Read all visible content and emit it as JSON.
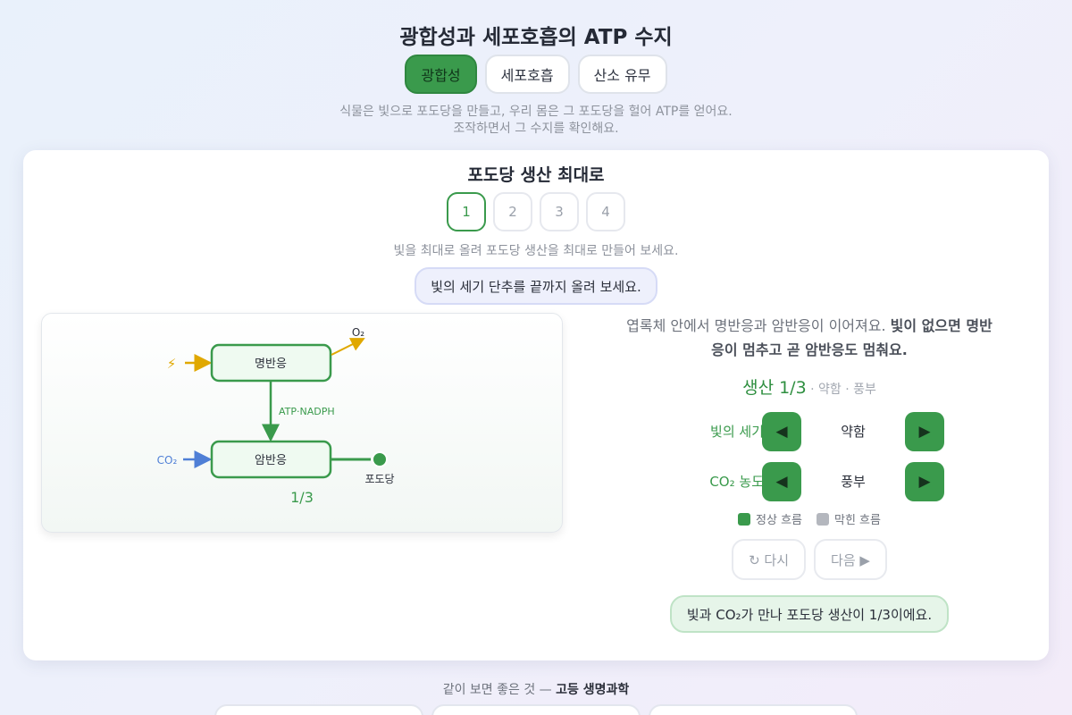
{
  "header": {
    "title": "광합성과 세포호흡의 ATP 수지",
    "tabs": [
      {
        "label": "광합성",
        "active": true
      },
      {
        "label": "세포호흡",
        "active": false
      },
      {
        "label": "산소 유무",
        "active": false
      }
    ],
    "intro_line1": "식물은 빛으로 포도당을 만들고, 우리 몸은 그 포도당을 헐어 ATP를 얻어요.",
    "intro_line2": "조작하면서 그 수지를 확인해요."
  },
  "card": {
    "title": "포도당 생산 최대로",
    "steps": [
      "1",
      "2",
      "3",
      "4"
    ],
    "active_step": "1",
    "task": "빛을 최대로 올려 포도당 생산을 최대로 만들어 보세요.",
    "hint": "빛의 세기 단추를 끝까지 올려 보세요."
  },
  "diagram": {
    "light_icon": "⚡",
    "light_reaction_label": "명반응",
    "dark_reaction_label": "암반응",
    "o2_label": "O₂",
    "co2_label": "CO₂",
    "carrier_label": "ATP·NADPH",
    "glucose_label": "포도당",
    "ratio_label": "1/3"
  },
  "panel": {
    "desc_plain": "엽록체 안에서 명반응과 암반응이 이어져요. ",
    "desc_bold": "빛이 없으면 명반응이 멈추고 곧 암반응도 멈춰요.",
    "production_main": "생산 1/3",
    "production_sub": " · 약함 · 풍부",
    "controls": [
      {
        "label": "빛의 세기",
        "value": "약함",
        "left_icon": "◀",
        "right_icon": "▶"
      },
      {
        "label": "CO₂ 농도",
        "value": "풍부",
        "left_icon": "◀",
        "right_icon": "▶"
      }
    ],
    "legend": [
      {
        "label": "정상 흐름",
        "color": "#3a9a4c"
      },
      {
        "label": "막힌 흐름",
        "color": "#b4b7be"
      }
    ],
    "retry_label": "↻ 다시",
    "next_label": "다음 ▶",
    "result": "빛과 CO₂가 만나 포도당 생산이 1/3이에요."
  },
  "footer": {
    "note_plain": "같이 보면 좋은 것 — ",
    "note_bold": "고등 생명과학"
  },
  "colors": {
    "accent": "#3a9a4c",
    "co2_arrow": "#4f7fd6",
    "light_arrow": "#e0a800",
    "blocked": "#b4b7be"
  }
}
